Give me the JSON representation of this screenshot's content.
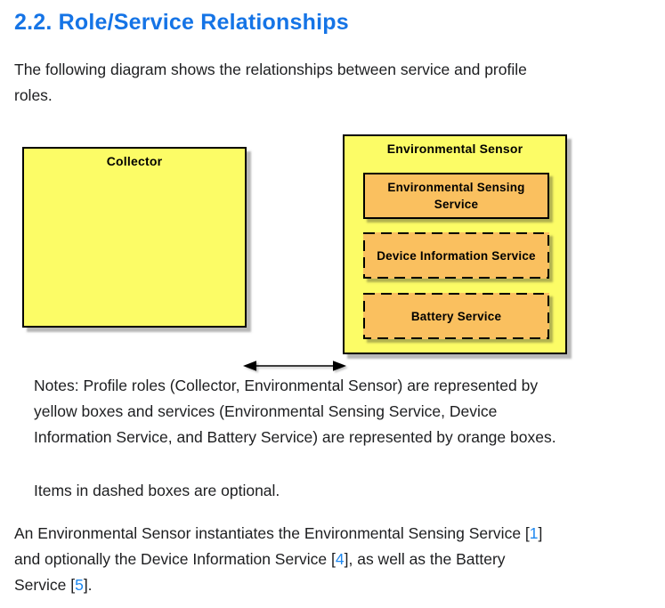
{
  "page": {
    "heading": "2.2. Role/Service Relationships",
    "intro_lines": [
      "The following diagram shows the relationships between service and profile",
      "roles."
    ],
    "notes_lines": [
      "Notes: Profile roles (Collector, Environmental Sensor) are represented by",
      "yellow boxes and services (Environmental Sensing Service, Device",
      "Information Service, and Battery Service) are represented by orange boxes."
    ],
    "optional_note": "Items in dashed boxes are optional.",
    "closing_lines": [
      {
        "pre": "An Environmental Sensor instantiates the Environmental Sensing Service [",
        "link": "1",
        "post": "]"
      },
      {
        "pre": "and optionally the Device Information Service [",
        "link": "4",
        "post": "], as well as the Battery"
      },
      {
        "pre": "Service [",
        "link": "5",
        "post": "]."
      }
    ]
  },
  "diagram": {
    "collector_label": "Collector",
    "sensor_label": "Environmental Sensor",
    "services": [
      {
        "label": "Environmental Sensing Service",
        "optional": false
      },
      {
        "label": "Device Information Service",
        "optional": true
      },
      {
        "label": "Battery Service",
        "optional": true
      }
    ],
    "arrow": "double-headed horizontal arrow between Collector and Environmental Sensor"
  },
  "colors": {
    "heading_blue": "#1574e6",
    "link_blue": "#1e88f0",
    "body_text": "#1d1e20",
    "role_yellow": "#fcfc66",
    "service_orange": "#fac05f",
    "diagram_border": "#000000"
  }
}
